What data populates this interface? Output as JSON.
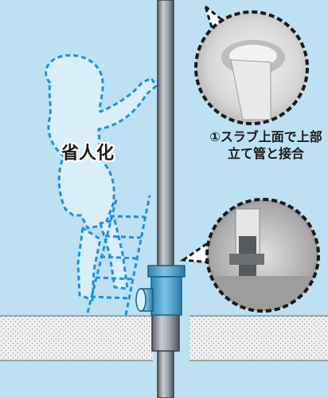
{
  "labels": {
    "main": "省人化",
    "step_1_line_1": "①スラブ上面で上部",
    "step_1_line_2": "立て管と接合"
  },
  "colors": {
    "background": "#bde0f3",
    "worker_outline": "#1e90e0",
    "slab_fill": "#ececec",
    "pipe_body": "#8a8f96",
    "joint_fitting": "#4ba6d0",
    "callout_border": "#1a1a1a"
  }
}
